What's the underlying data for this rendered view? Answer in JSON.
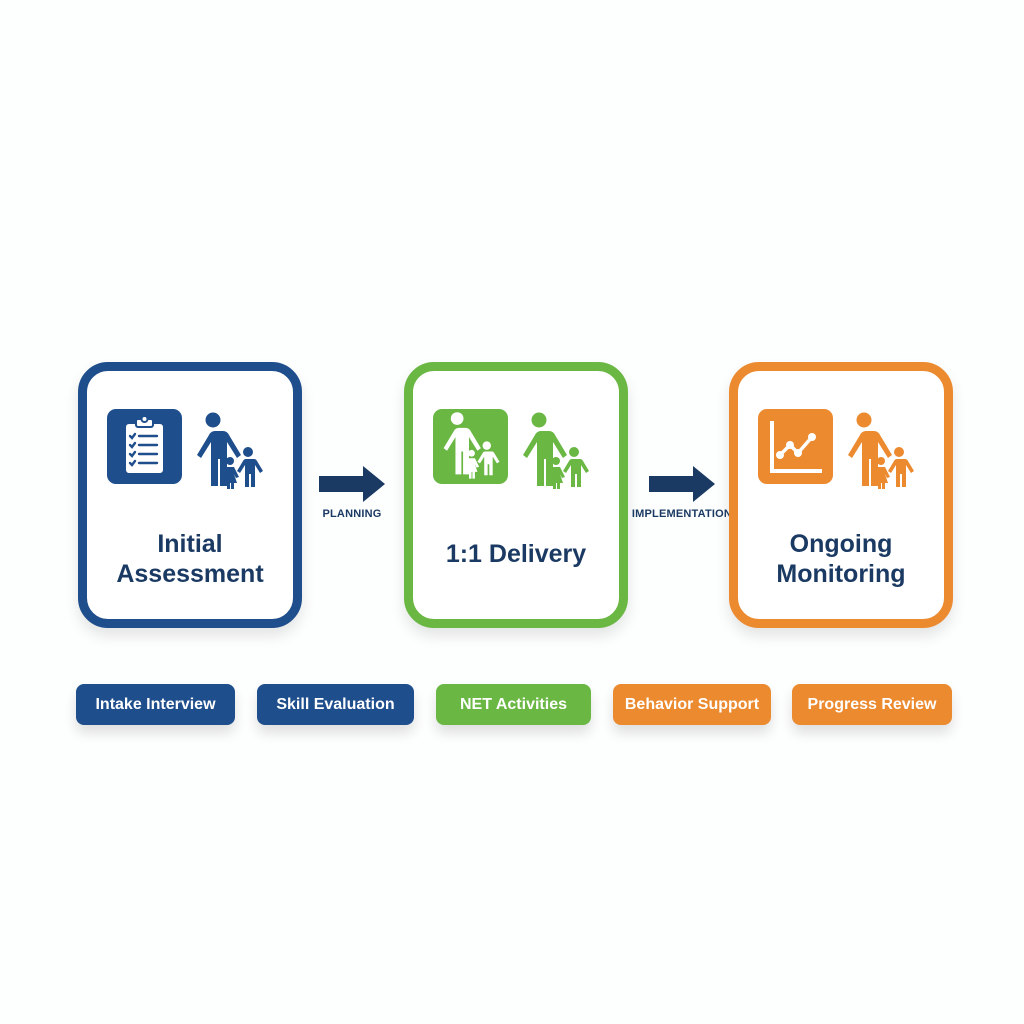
{
  "colors": {
    "blue": "#1f4e8c",
    "green": "#6ab744",
    "orange": "#ec8a30",
    "title_text": "#1b3a63",
    "background": "#fdfefe"
  },
  "stages": [
    {
      "title_line1": "Initial",
      "title_line2": "Assessment",
      "tile_icon": "clipboard-checklist-icon",
      "side_icon": "family-icon",
      "color": "blue"
    },
    {
      "title_line1": "1:1 Delivery",
      "title_line2": "",
      "tile_icon": "family-icon",
      "side_icon": "family-icon",
      "color": "green"
    },
    {
      "title_line1": "Ongoing",
      "title_line2": "Monitoring",
      "tile_icon": "line-chart-icon",
      "side_icon": "family-icon",
      "color": "orange"
    }
  ],
  "connectors": [
    {
      "label": "PLANNING",
      "icon": "arrow-right-icon"
    },
    {
      "label": "IMPLEMENTATION",
      "icon": "arrow-right-icon"
    }
  ],
  "chips": [
    {
      "label": "Intake Interview",
      "color": "blue"
    },
    {
      "label": "Skill Evaluation",
      "color": "blue"
    },
    {
      "label": "NET Activities",
      "color": "green"
    },
    {
      "label": "Behavior Support",
      "color": "orange"
    },
    {
      "label": "Progress Review",
      "color": "orange"
    }
  ]
}
